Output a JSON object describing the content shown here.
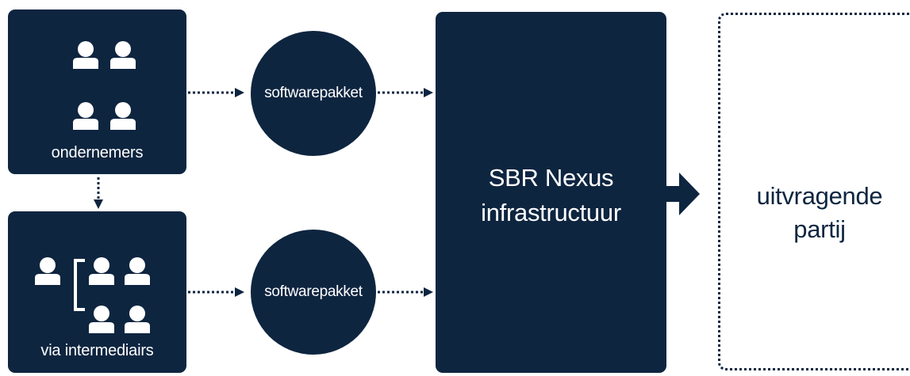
{
  "diagram": {
    "source_boxes": [
      {
        "id": "ondernemers",
        "label": "ondernemers"
      },
      {
        "id": "intermediairs",
        "label": "via intermediairs"
      }
    ],
    "circles": [
      {
        "label": "softwarepakket"
      },
      {
        "label": "softwarepakket"
      }
    ],
    "infrastructure": {
      "line1": "SBR Nexus",
      "line2": "infrastructuur"
    },
    "target": {
      "line1": "uitvragende",
      "line2": "partij"
    },
    "colors": {
      "navy": "#0e2540",
      "white": "#ffffff"
    },
    "icons": [
      "person-icon",
      "bracket-icon",
      "dotted-arrow-icon",
      "arrow-right-icon"
    ]
  }
}
